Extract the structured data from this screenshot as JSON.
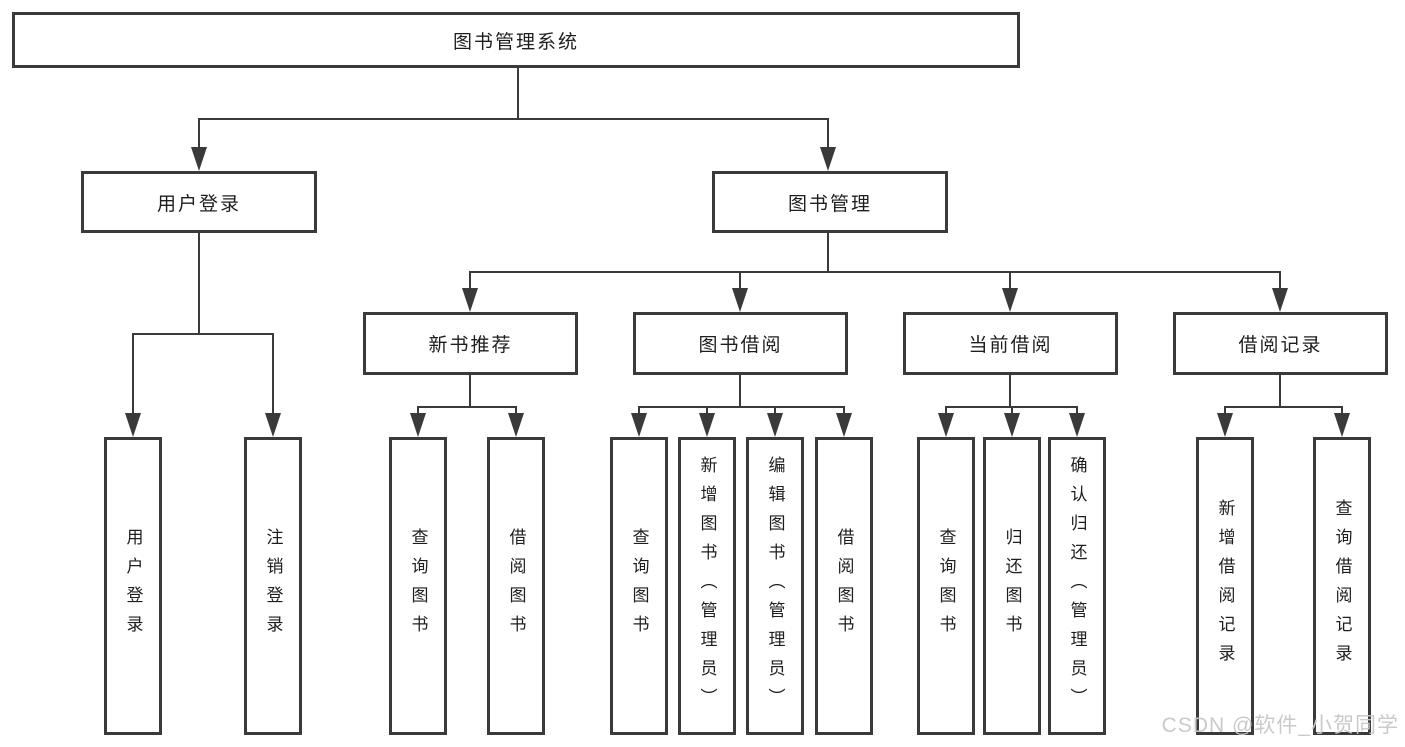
{
  "nodes": {
    "root": "图书管理系统",
    "level2": [
      "用户登录",
      "图书管理"
    ],
    "level3": [
      "新书推荐",
      "图书借阅",
      "当前借阅",
      "借阅记录"
    ],
    "leaves": [
      "用户登录",
      "注销登录",
      "查询图书",
      "借阅图书",
      "查询图书",
      "新增图书（管理员）",
      "编辑图书（管理员）",
      "借阅图书",
      "查询图书",
      "归还图书",
      "确认归还（管理员）",
      "新增借阅记录",
      "查询借阅记录"
    ]
  },
  "watermark": "CSDN @软件_小贺同学",
  "colors": {
    "line": "#3a3a3a",
    "text": "#1e1e1e",
    "watermark_text": "#c8c8c8",
    "background": "#ffffff"
  }
}
